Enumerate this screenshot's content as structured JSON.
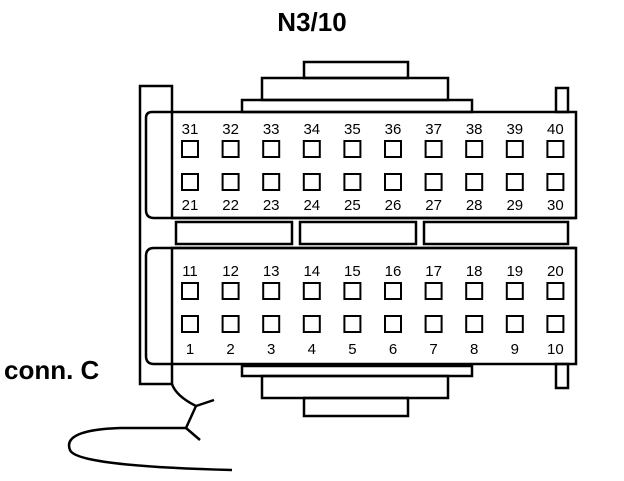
{
  "title": "N3/10",
  "connector_label": "conn. C",
  "pins_top_row_upper": [
    "31",
    "32",
    "33",
    "34",
    "35",
    "36",
    "37",
    "38",
    "39",
    "40"
  ],
  "pins_top_row_lower": [
    "21",
    "22",
    "23",
    "24",
    "25",
    "26",
    "27",
    "28",
    "29",
    "30"
  ],
  "pins_bottom_row_upper": [
    "11",
    "12",
    "13",
    "14",
    "15",
    "16",
    "17",
    "18",
    "19",
    "20"
  ],
  "pins_bottom_row_lower": [
    "1",
    "2",
    "3",
    "4",
    "5",
    "6",
    "7",
    "8",
    "9",
    "10"
  ]
}
